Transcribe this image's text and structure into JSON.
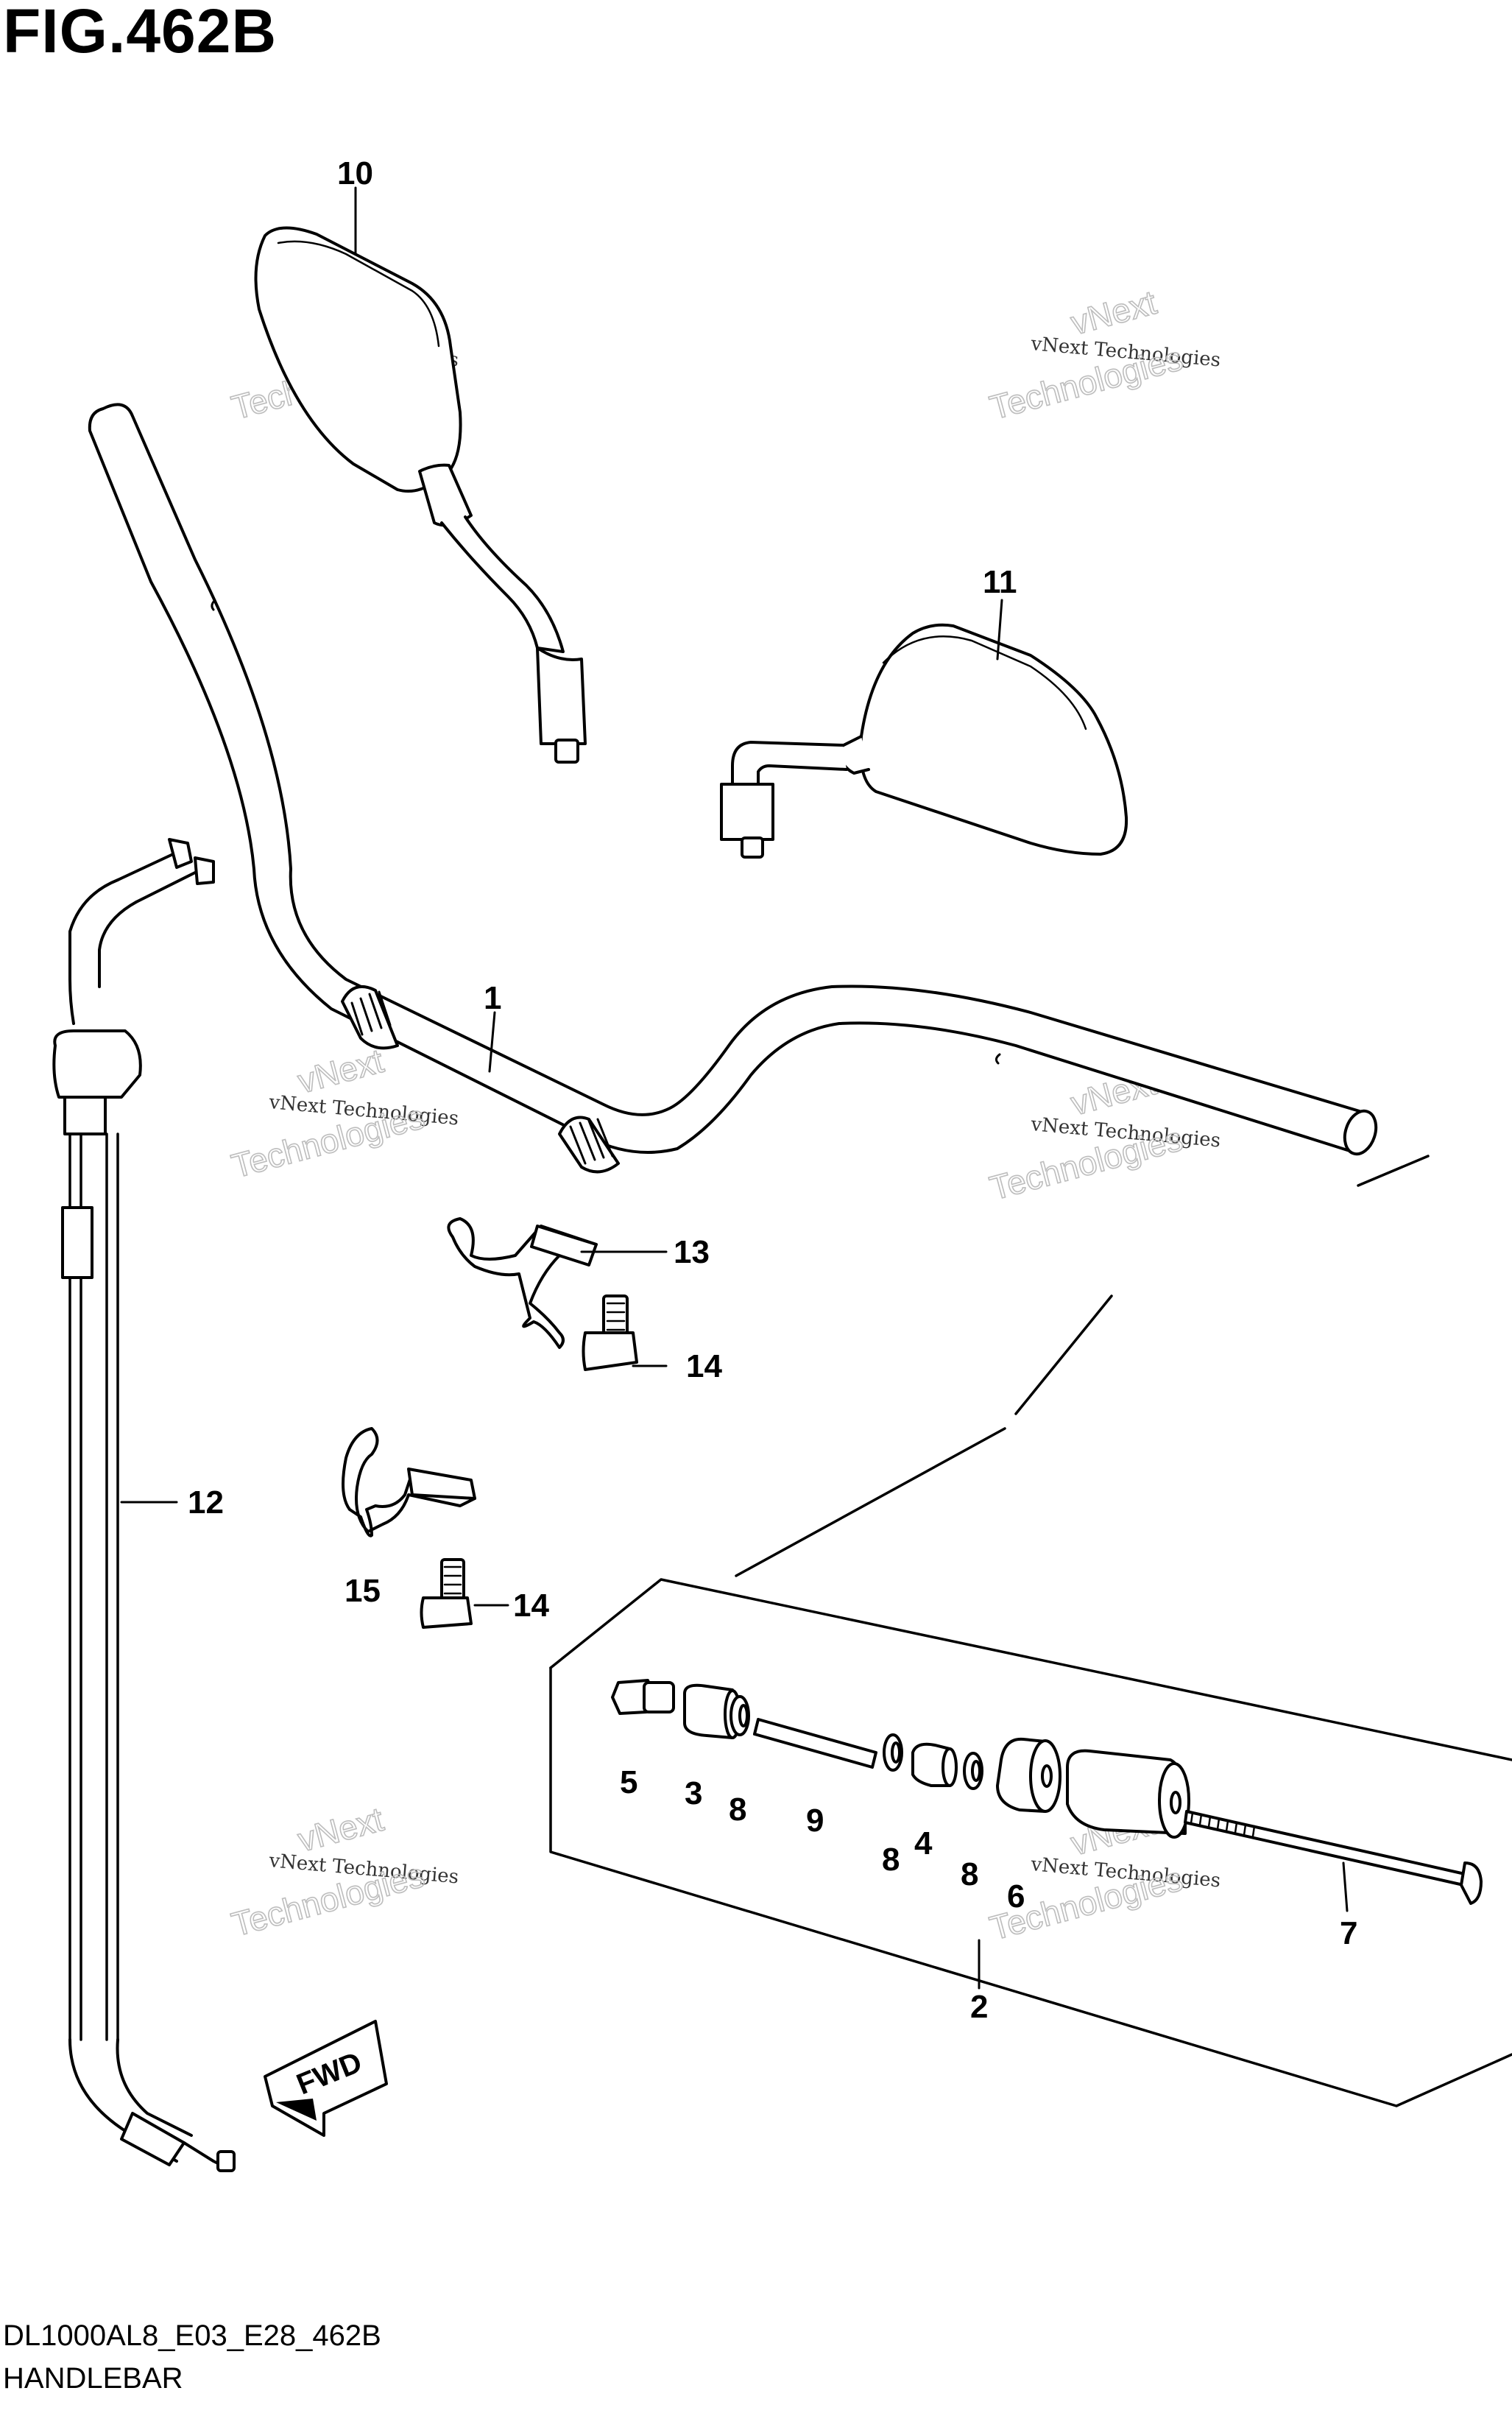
{
  "figure": {
    "title": "FIG.462B",
    "model_code": "DL1000AL8_E03_E28_462B",
    "section_name": "HANDLEBAR"
  },
  "callouts": {
    "p1": "1",
    "p2": "2",
    "p3": "3",
    "p4": "4",
    "p5": "5",
    "p6": "6",
    "p7": "7",
    "p8a": "8",
    "p8b": "8",
    "p8c": "8",
    "p9": "9",
    "p10": "10",
    "p11": "11",
    "p12": "12",
    "p13": "13",
    "p14a": "14",
    "p14b": "14",
    "p15": "15"
  },
  "watermark": {
    "line1": "vNext Technologies",
    "line2": "vNext",
    "line3": "Technologies"
  },
  "direction_label": "FWD"
}
